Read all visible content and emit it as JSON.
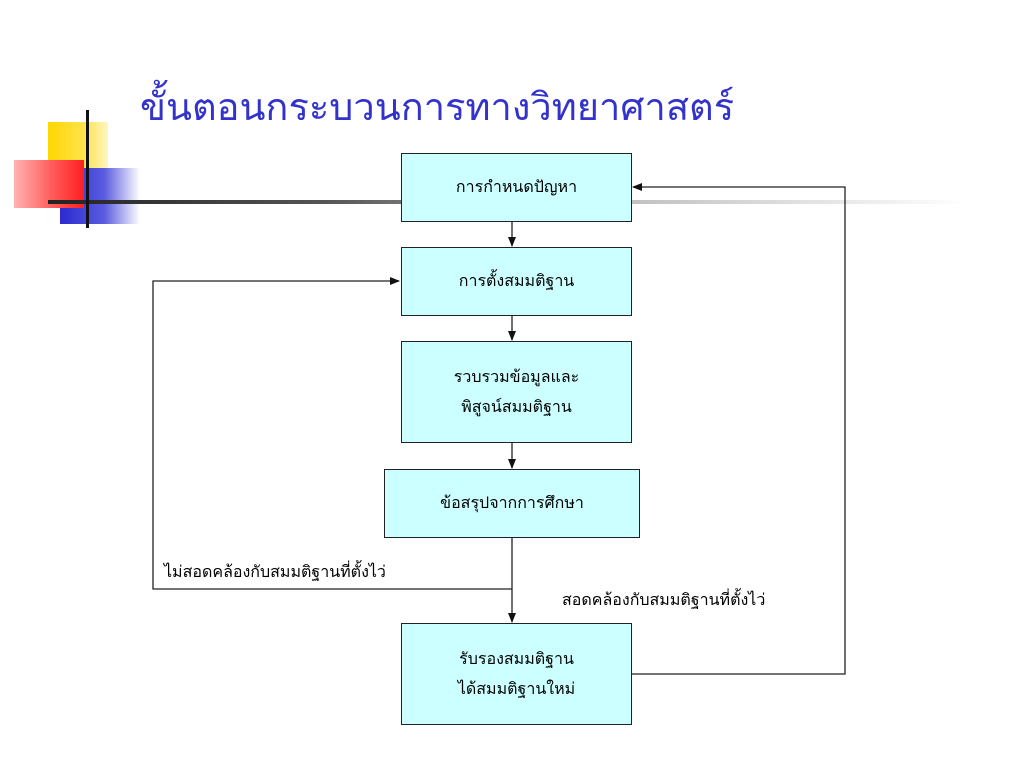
{
  "title": "ขั้นตอนกระบวนการทางวิทยาศาสตร์",
  "steps": [
    {
      "lines": [
        "การกำหนดปัญหา"
      ]
    },
    {
      "lines": [
        "การตั้งสมมติฐาน"
      ]
    },
    {
      "lines": [
        "รวบรวมข้อมูลและ",
        "พิสูจน์สมมติฐาน"
      ]
    },
    {
      "lines": [
        "ข้อสรุปจากการศึกษา"
      ]
    },
    {
      "lines": [
        "รับรองสมมติฐาน",
        "ได้สมมติฐานใหม่"
      ]
    }
  ],
  "labels": {
    "not_consistent": "ไม่สอดคล้องกับสมมติฐานที่ตั้งไว่",
    "consistent": "สอดคล้องกับสมมติฐานที่ตั้งไว่"
  },
  "colors": {
    "title": "#3333cc",
    "box_fill": "#ccffff",
    "line": "#222222"
  }
}
